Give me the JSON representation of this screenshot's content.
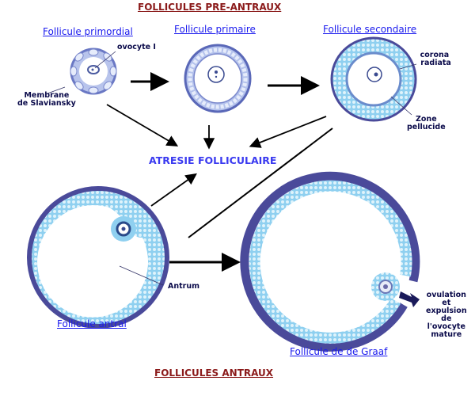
{
  "headings": {
    "pre_antral": "FOLLICULES PRE-ANTRAUX",
    "antral": "FOLLICULES ANTRAUX"
  },
  "stages": {
    "primordial": "Follicule primordial",
    "primary": "Follicule primaire",
    "secondary": "Follicule secondaire",
    "antral": "Follicule antral",
    "graaf": "Follicule de de Graaf"
  },
  "annotations": {
    "oocyte": "ovocyte I",
    "membrane": "Membrane\nde Slaviansky",
    "corona": "corona\n radiata",
    "zona": "Zone\npellucide",
    "antrum": "Antrum",
    "ovulation": "ovulation\net\nexpulsion\nde\nl'ovocyte\nmature"
  },
  "center_label": "ATRESIE FOLLICULAIRE",
  "colors": {
    "heading": "#8b1a1a",
    "link": "#1a1aee",
    "atresia": "#3a3af0",
    "theca": "#4a4a9a",
    "granulosa": "#8fd0f0",
    "arrow": "#000000",
    "ovulation_arrow": "#1a1a5a"
  }
}
